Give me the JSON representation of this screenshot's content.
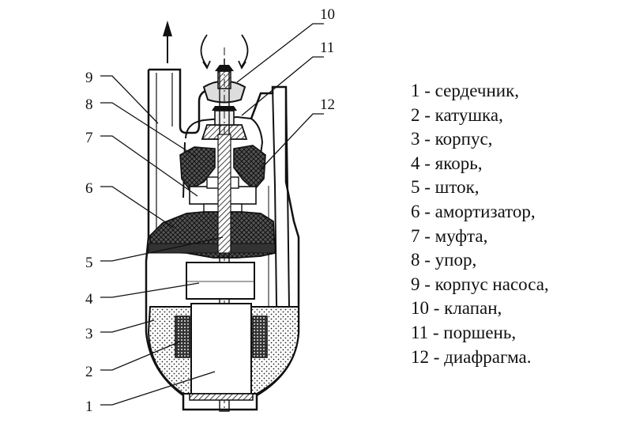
{
  "callouts": [
    "1",
    "2",
    "3",
    "4",
    "5",
    "6",
    "7",
    "8",
    "9",
    "10",
    "11",
    "12"
  ],
  "legend": [
    "1 - сердечник,",
    "2 - катушка,",
    "3 - корпус,",
    "4 - якорь,",
    "5 - шток,",
    "6 - амортизатор,",
    "7 - муфта,",
    "8 - упор,",
    "9 - корпус насоса,",
    "10 - клапан,",
    "11 - поршень,",
    "12 - диафрагма."
  ]
}
